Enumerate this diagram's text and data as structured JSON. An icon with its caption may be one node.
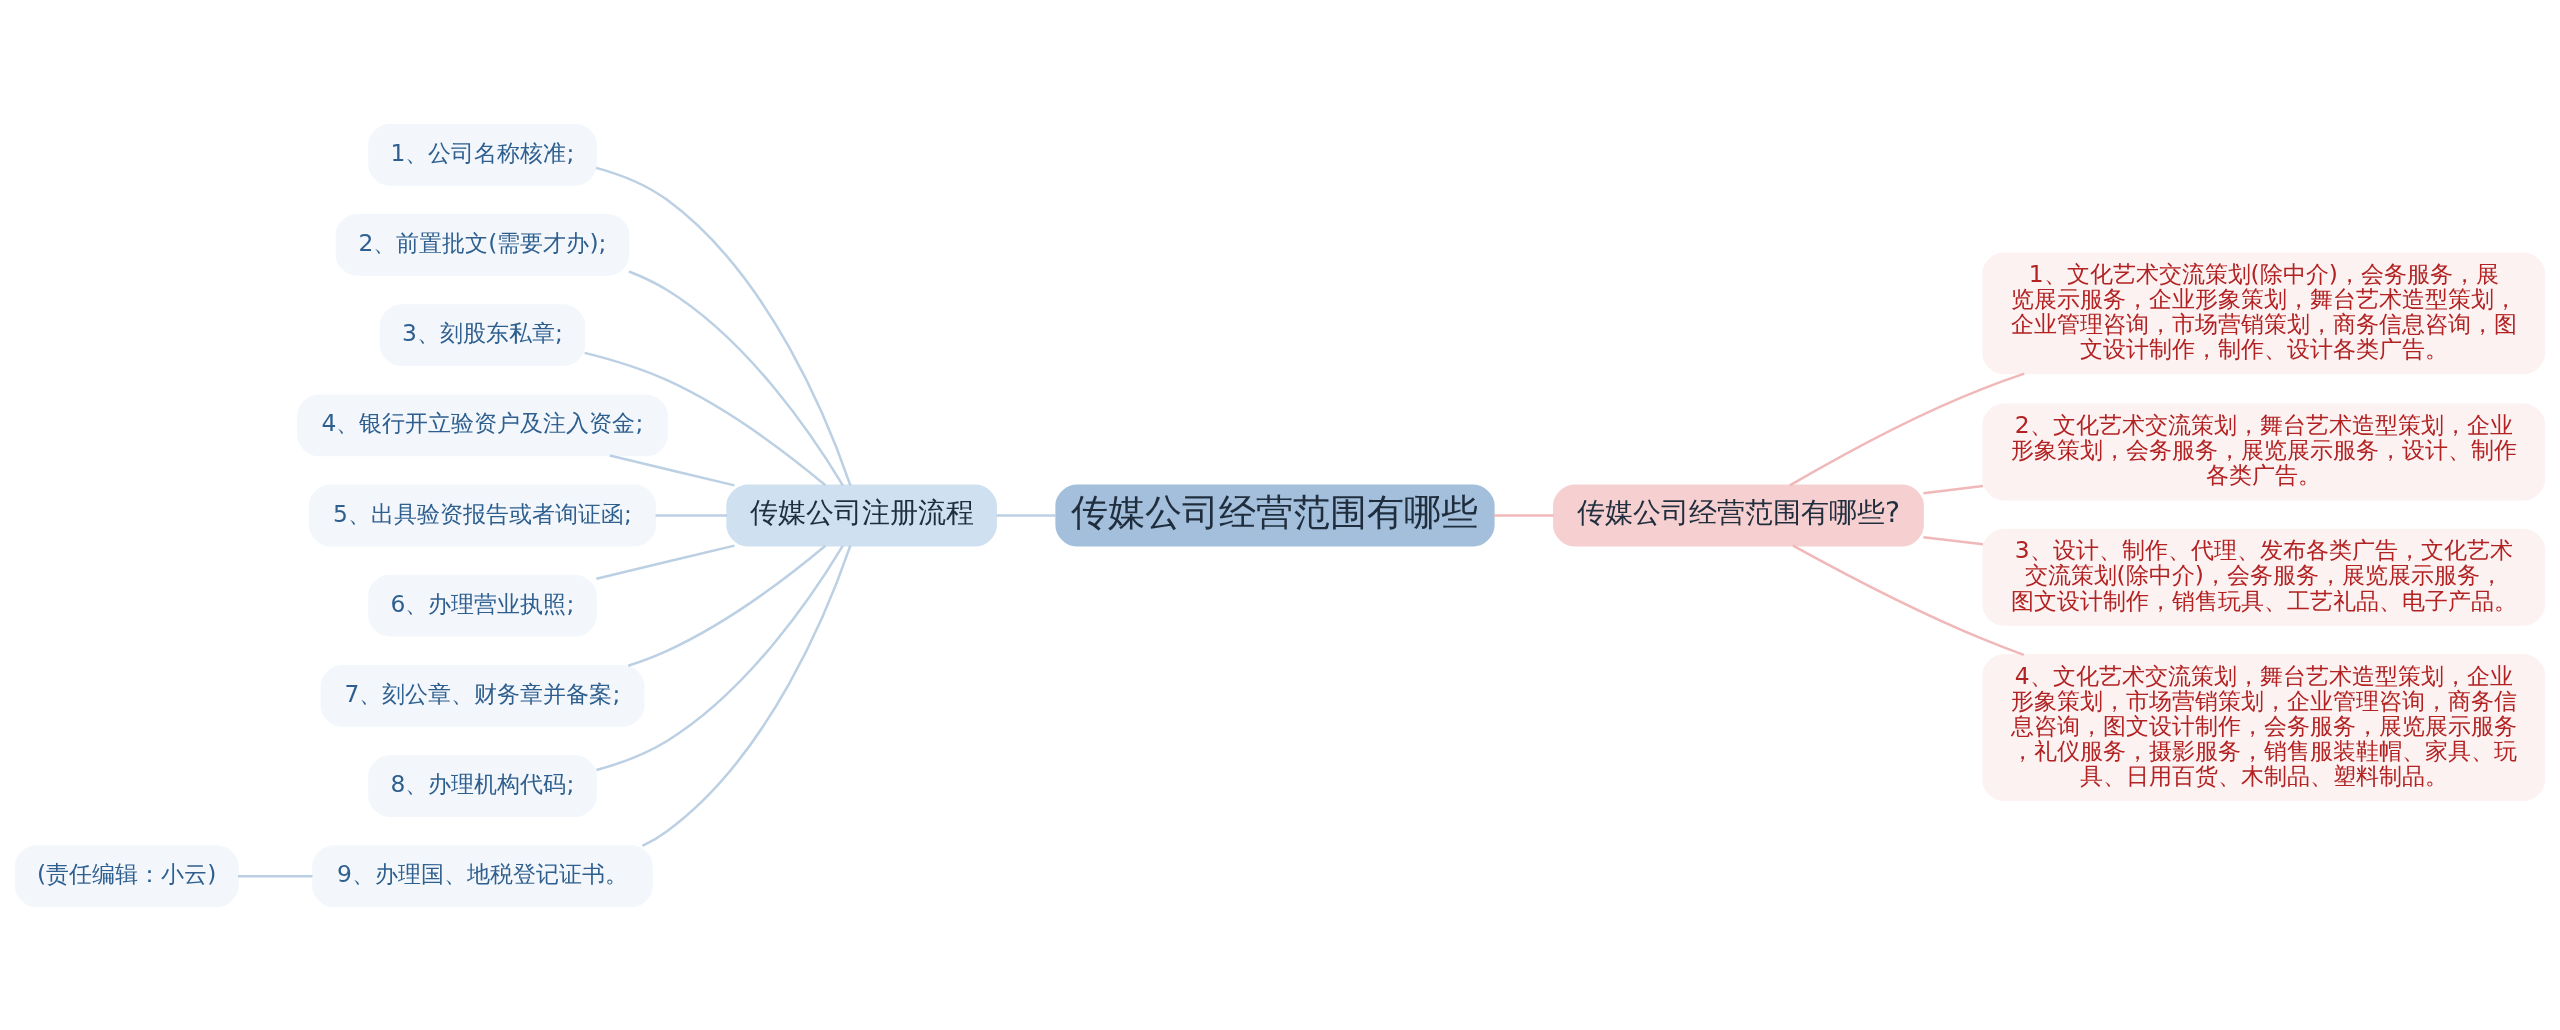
{
  "diagram": {
    "nodes": [
      {
        "text": [
          "传媒公司经营范围有哪些"
        ]
      },
      {
        "text": [
          "传媒公司注册流程"
        ]
      },
      {
        "text": [
          "1、公司名称核准;"
        ]
      },
      {
        "text": [
          "2、前置批文(需要才办);"
        ]
      },
      {
        "text": [
          "3、刻股东私章;"
        ]
      },
      {
        "text": [
          "4、银行开立验资户及注入资金;"
        ]
      },
      {
        "text": [
          "5、出具验资报告或者询证函;"
        ]
      },
      {
        "text": [
          "6、办理营业执照;"
        ]
      },
      {
        "text": [
          "7、刻公章、财务章并备案;"
        ]
      },
      {
        "text": [
          "8、办理机构代码;"
        ]
      },
      {
        "text": [
          "9、办理国、地税登记证书。"
        ]
      },
      {
        "text": [
          "(责任编辑：小云)"
        ]
      },
      {
        "text": [
          "传媒公司经营范围有哪些?"
        ]
      },
      {
        "text": [
          "1、文化艺术交流策划(除中介)，会务服务，展览展示服务，企业形象策划，舞台艺术造型策划，企业管理咨询，市场营销策划，商务信息咨询，图文设计制作，制作、设计各类广告。"
        ]
      },
      {
        "text": [
          "2、文化艺术交流策划，舞台艺术造型策划，企业形象策划，会务服务，展览展示服务，设计、制作各类广告。"
        ]
      },
      {
        "text": [
          "3、设计、制作、代理、发布各类广告，文化艺术交流策划(除中介)，会务服务，展览展示服务，图文设计制作，销售玩具、工艺礼品、电子产品。"
        ]
      },
      {
        "text": [
          "4、文化艺术交流策划，舞台艺术造型策划，企业形象策划，市场营销策划，企业管理咨询，商务信息咨询，图文设计制作，会务服务，展览展示服务，礼仪服务，摄影服务，销售服装鞋帽、家具、玩具、日用百货、木制品、塑料制品。"
        ]
      }
    ],
    "edges": [
      {
        "from": 1,
        "to": 0,
        "arrow": "none"
      },
      {
        "from": 2,
        "to": 1,
        "arrow": "none"
      },
      {
        "from": 3,
        "to": 1,
        "arrow": "none"
      },
      {
        "from": 4,
        "to": 1,
        "arrow": "none"
      },
      {
        "from": 5,
        "to": 1,
        "arrow": "none"
      },
      {
        "from": 6,
        "to": 1,
        "arrow": "none"
      },
      {
        "from": 7,
        "to": 1,
        "arrow": "none"
      },
      {
        "from": 8,
        "to": 1,
        "arrow": "none"
      },
      {
        "from": 9,
        "to": 1,
        "arrow": "none"
      },
      {
        "from": 10,
        "to": 1,
        "arrow": "none"
      },
      {
        "from": 11,
        "to": 10,
        "arrow": "none"
      },
      {
        "from": 0,
        "to": 12,
        "arrow": "none",
        "color": "#f0b8b8"
      },
      {
        "from": 12,
        "to": 13,
        "arrow": "none",
        "color": "#f0b8b8"
      },
      {
        "from": 12,
        "to": 14,
        "arrow": "none",
        "color": "#f0b8b8"
      },
      {
        "from": 12,
        "to": 15,
        "arrow": "none",
        "color": "#f0b8b8"
      },
      {
        "from": 12,
        "to": 16,
        "arrow": "none",
        "color": "#f0b8b8"
      }
    ]
  }
}
